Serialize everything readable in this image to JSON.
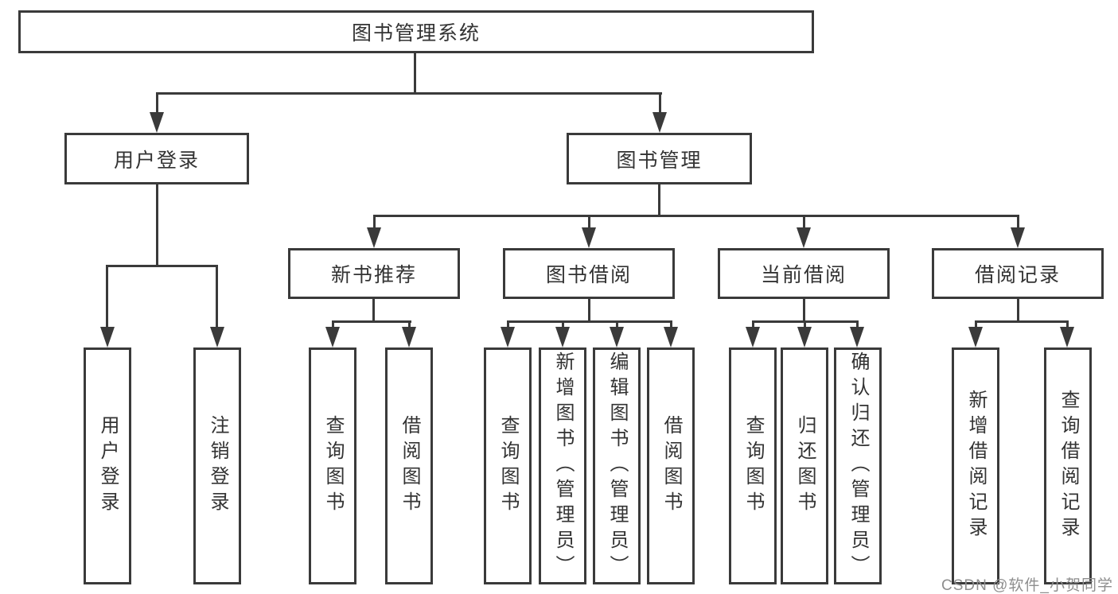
{
  "diagram": {
    "type": "hierarchy-tree",
    "tree": {
      "label": "图书管理系统",
      "children": [
        {
          "label": "用户登录",
          "children": [
            {
              "label": "用户登录"
            },
            {
              "label": "注销登录"
            }
          ]
        },
        {
          "label": "图书管理",
          "children": [
            {
              "label": "新书推荐",
              "children": [
                {
                  "label": "查询图书"
                },
                {
                  "label": "借阅图书"
                }
              ]
            },
            {
              "label": "图书借阅",
              "children": [
                {
                  "label": "查询图书"
                },
                {
                  "label": "新增图书（管理员）"
                },
                {
                  "label": "编辑图书（管理员）"
                },
                {
                  "label": "借阅图书"
                }
              ]
            },
            {
              "label": "当前借阅",
              "children": [
                {
                  "label": "查询图书"
                },
                {
                  "label": "归还图书"
                },
                {
                  "label": "确认归还（管理员）"
                }
              ]
            },
            {
              "label": "借阅记录",
              "children": [
                {
                  "label": "新增借阅记录"
                },
                {
                  "label": "查询借阅记录"
                }
              ]
            }
          ]
        }
      ]
    }
  },
  "watermark": {
    "text": "CSDN @软件_小贺同学"
  },
  "colors": {
    "line": "#3a3a3a",
    "text": "#333333",
    "background": "#ffffff",
    "watermark": "#8e8e8e"
  }
}
